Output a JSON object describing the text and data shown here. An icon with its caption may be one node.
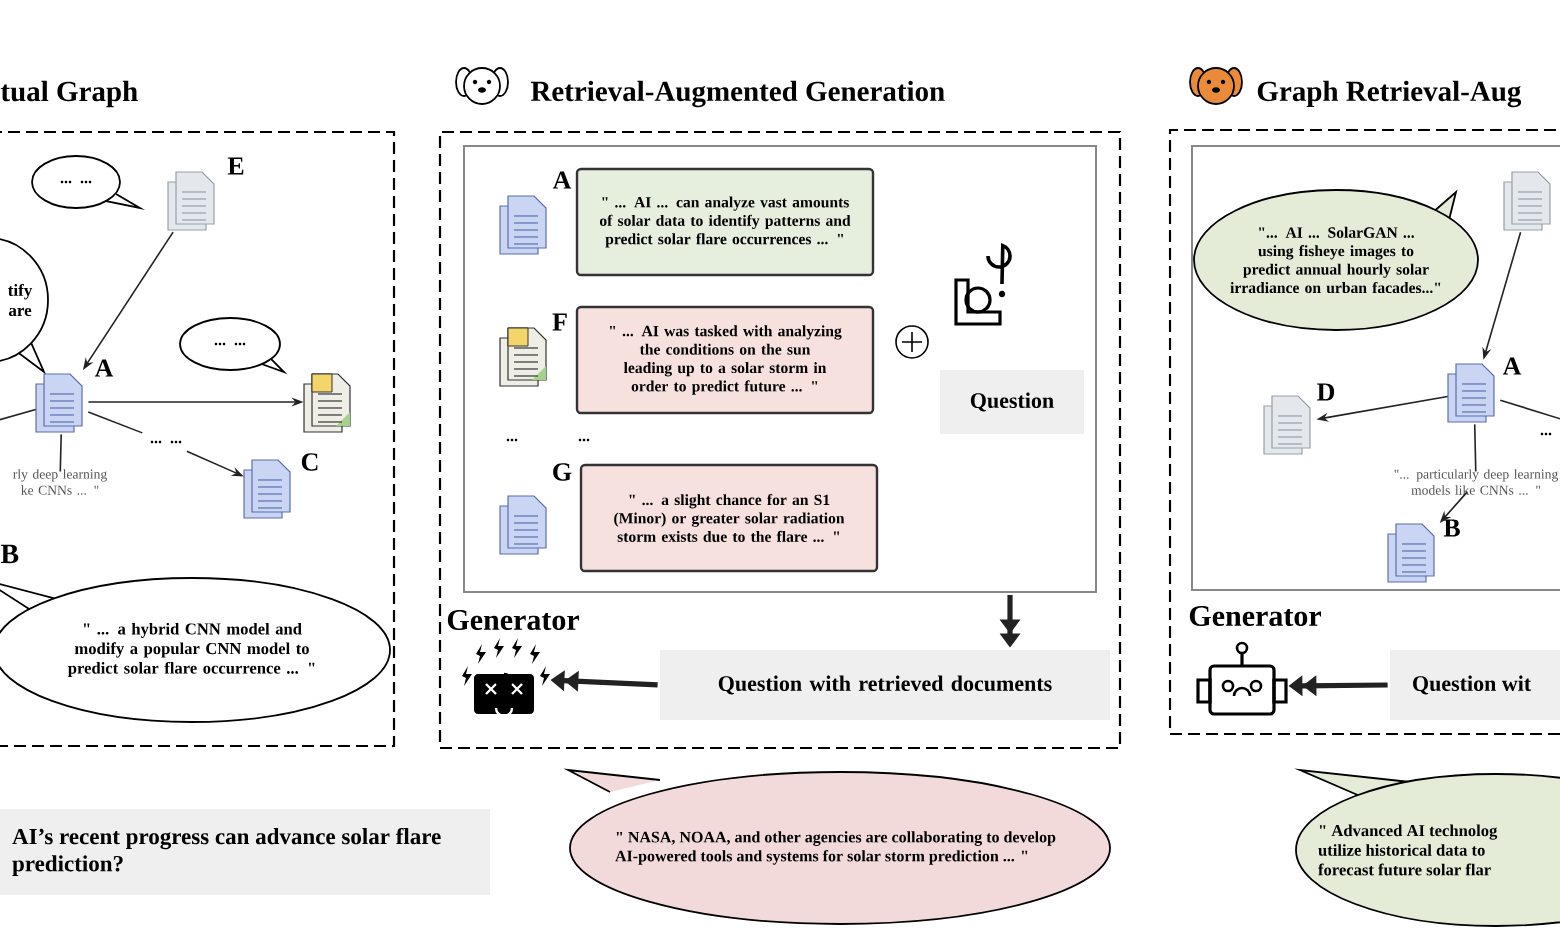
{
  "diagram": {
    "nodes": [
      {
        "text": [
          "tual Graph"
        ]
      },
      {
        "text": [
          "... ..."
        ],
        "in": 0
      },
      {
        "text": [],
        "shape": "picture",
        "beside": [
          "E"
        ],
        "in": 0
      },
      {
        "text": [
          "tify are"
        ]
      },
      {
        "text": [],
        "shape": "picture",
        "beside": [
          "A"
        ],
        "in": 0
      },
      {
        "text": [
          "... ..."
        ],
        "in": 0
      },
      {
        "text": [],
        "shape": "picture",
        "in": 0
      },
      {
        "text": [
          "... ..."
        ],
        "in": 0
      },
      {
        "text": [],
        "shape": "picture",
        "beside": [
          "C"
        ],
        "in": 0
      },
      {
        "text": [
          "rly deep learning ke CNNs ... \""
        ],
        "in": 0
      },
      {
        "text": [
          "\" ... a hybrid CNN model and modify a popular CNN model to predict solar flare occurrence ... \""
        ],
        "in": 0
      },
      {
        "text": [
          "AI’s recent progress can advance solar flare prediction?"
        ]
      },
      {
        "text": [
          "Retrieval-Augmented Generation"
        ]
      },
      {
        "text": [],
        "shape": "box",
        "in": 12
      },
      {
        "text": [],
        "shape": "picture",
        "beside": [
          "A"
        ],
        "in": 13
      },
      {
        "text": [
          "\" ... AI ... can analyze vast amounts of solar data to identify patterns and predict solar flare occurrences ... \""
        ],
        "in": 13
      },
      {
        "text": [],
        "shape": "picture",
        "beside": [
          "F"
        ],
        "in": 13
      },
      {
        "text": [
          "\" ... AI was tasked with analyzing the conditions on the sun leading up to a solar storm in order to predict future ... \""
        ],
        "in": 13
      },
      {
        "text": [],
        "shape": "picture",
        "beside": [
          "G"
        ],
        "in": 13
      },
      {
        "text": [
          "\" ... a slight chance for an S1 (Minor) or greater solar radiation storm exists due to the flare ... \""
        ],
        "in": 13
      },
      {
        "text": [
          "Question"
        ],
        "in": 13
      },
      {
        "text": [],
        "shape": "picture",
        "beside": [
          "Generator"
        ],
        "in": 12
      },
      {
        "text": [
          "Question with retrieved documents"
        ],
        "in": 12
      },
      {
        "text": [
          "\" NASA, NOAA, and other agencies are collaborating to develop AI-powered tools and systems for solar storm prediction ... \""
        ]
      },
      {
        "text": [
          "Graph Retrieval-Aug"
        ]
      },
      {
        "text": [],
        "shape": "box",
        "in": 24
      },
      {
        "text": [
          "\"... AI ... SolarGAN ... using fisheye images to predict annual hourly solar irradiance on urban facades...\""
        ],
        "in": 25
      },
      {
        "text": [],
        "shape": "picture",
        "in": 25
      },
      {
        "text": [],
        "shape": "picture",
        "beside": [
          "A"
        ],
        "in": 25
      },
      {
        "text": [],
        "shape": "picture",
        "beside": [
          "D"
        ],
        "in": 25
      },
      {
        "text": [
          "\"... particularly deep learning models like CNNs ... \""
        ],
        "in": 25
      },
      {
        "text": [],
        "shape": "picture",
        "beside": [
          "B"
        ],
        "in": 25
      },
      {
        "text": [],
        "shape": "picture",
        "beside": [
          "Generator"
        ],
        "in": 24
      },
      {
        "text": [
          "Question wit"
        ],
        "in": 24
      },
      {
        "text": [
          "\" Advanced AI technolog utilize historical data to forecast future solar flar"
        ]
      }
    ],
    "edges": [
      {
        "from": 2,
        "to": 4,
        "arrow": "to"
      },
      {
        "from": 4,
        "to": 6,
        "arrow": "to"
      },
      {
        "from": 4,
        "to": 7,
        "arrow": "none"
      },
      {
        "from": 7,
        "to": 8,
        "arrow": "to"
      },
      {
        "from": 4,
        "to": 9,
        "arrow": "none"
      },
      {
        "from": null,
        "to": 4,
        "arrow": "none"
      },
      {
        "from": 13,
        "to": 22,
        "arrow": "to",
        "style": "thick"
      },
      {
        "from": 22,
        "to": 21,
        "arrow": "to",
        "style": "thick"
      },
      {
        "from": 27,
        "to": 28,
        "arrow": "to"
      },
      {
        "from": 28,
        "to": 29,
        "arrow": "to"
      },
      {
        "from": 28,
        "to": 30,
        "arrow": "none"
      },
      {
        "from": 30,
        "to": 31,
        "arrow": "to"
      },
      {
        "from": 33,
        "to": 32,
        "arrow": "to",
        "style": "thick"
      },
      {
        "from": 28,
        "to": null,
        "arrow": "none"
      }
    ],
    "labels": [
      "B",
      "...",
      "...",
      "..."
    ]
  }
}
